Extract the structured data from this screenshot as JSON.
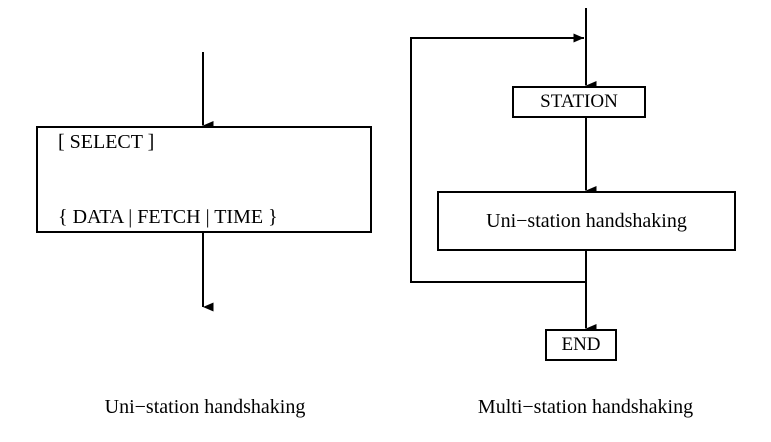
{
  "figure": {
    "title": "",
    "background_color": "#ffffff",
    "line_color": "#000000",
    "text_color": "#000000"
  },
  "diagrams": [
    {
      "id": "uni-station",
      "caption": "Uni−station handshaking",
      "nodes": [
        {
          "id": "select-block",
          "text_line_1": "[ SELECT ]",
          "text_line_2": "{ DATA | FETCH | TIME }"
        }
      ]
    },
    {
      "id": "multi-station",
      "caption": "Multi−station handshaking",
      "nodes": [
        {
          "id": "station-block",
          "label": "STATION"
        },
        {
          "id": "uni-station-block",
          "label": "Uni−station handshaking"
        },
        {
          "id": "end-block",
          "label": "END"
        }
      ]
    }
  ],
  "captions": {
    "left": "Uni−station handshaking",
    "right": "Multi−station handshaking"
  }
}
